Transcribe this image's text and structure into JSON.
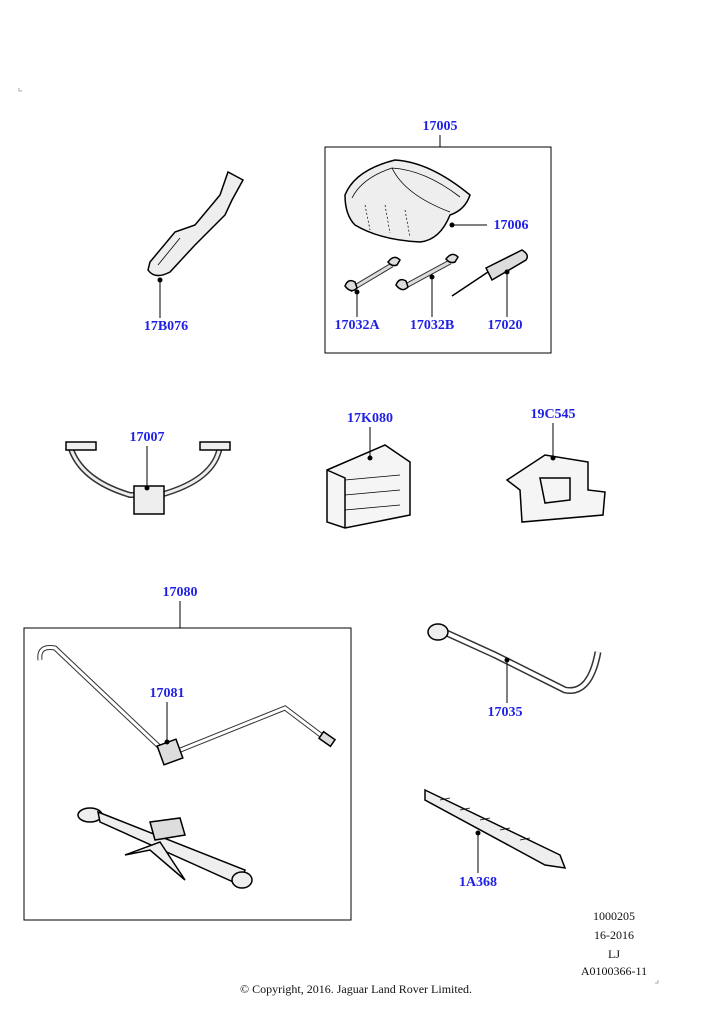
{
  "parts": {
    "p17005": "17005",
    "p17006": "17006",
    "p17032A": "17032A",
    "p17032B": "17032B",
    "p17020": "17020",
    "p17B076": "17B076",
    "p17007": "17007",
    "p17K080": "17K080",
    "p19C545": "19C545",
    "p17080": "17080",
    "p17081": "17081",
    "p17035": "17035",
    "p1A368": "1A368"
  },
  "footer": {
    "ref1": "1000205",
    "ref2": "16-2016",
    "ref3": "LJ",
    "ref4": "A0100366-11",
    "copyright": "© Copyright, 2016. Jaguar Land Rover Limited."
  },
  "colors": {
    "label": "#1f1fe6",
    "line": "#000000"
  }
}
